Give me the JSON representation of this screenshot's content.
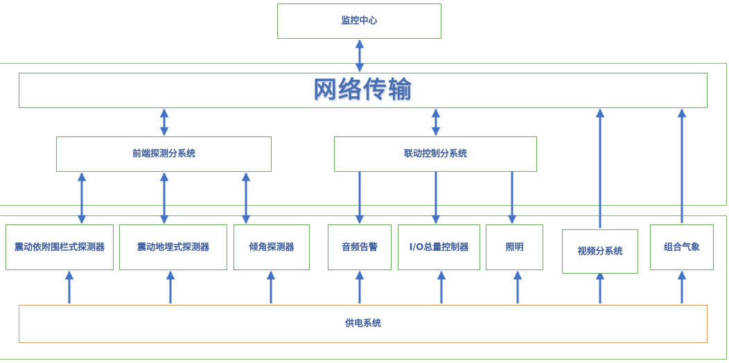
{
  "nodes": {
    "monitor_center": "监控中心",
    "network": "网络传输",
    "front_detect": "前端探测分系统",
    "linkage_control": "联动控制分系统",
    "vibration_fence": "震动依附围栏式探测器",
    "vibration_buried": "震动地埋式探测器",
    "tilt": "倾角探测器",
    "audio_alarm": "音频告警",
    "io_control": "I/O总量控制器",
    "lighting": "照明",
    "video": "视频分系统",
    "weather": "组合气象",
    "power": "供电系统"
  },
  "colors": {
    "arrow": "#4472c4",
    "box_border": "#6aaa5a",
    "power_border": "#e0935a",
    "text": "#3b5a9a"
  }
}
